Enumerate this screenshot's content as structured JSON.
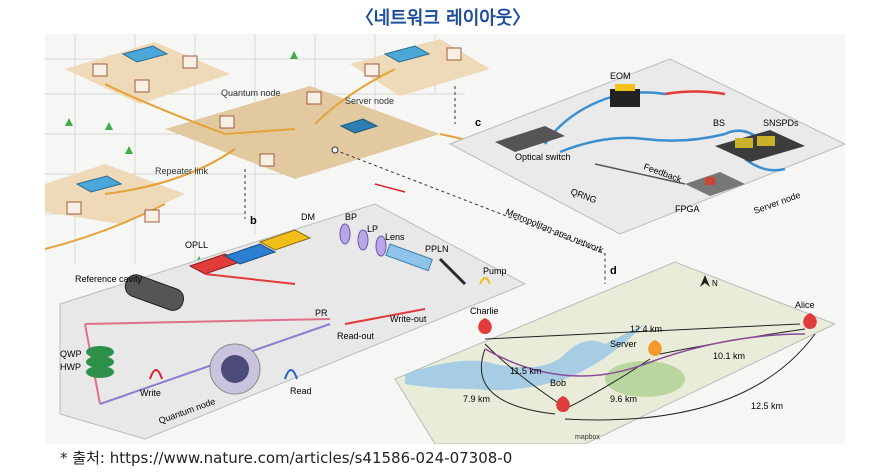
{
  "page": {
    "title": "〈네트워크 레이아웃〉",
    "source_prefix": "* 출처: ",
    "source_url": "https://www.nature.com/articles/s41586-024-07308-0"
  },
  "figure": {
    "panel_labels": {
      "b": "b",
      "c": "c",
      "d": "d"
    },
    "network": {
      "quantum_node": "Quantum node",
      "server_node": "Server node",
      "repeater_link": "Repeater link"
    },
    "panel_b": {
      "dm": "DM",
      "bp": "BP",
      "lp": "LP",
      "lens": "Lens",
      "ppln": "PPLN",
      "opll": "OPLL",
      "reference_cavity": "Reference cavity",
      "pump": "Pump",
      "pr": "PR",
      "write_out": "Write-out",
      "read_out": "Read-out",
      "qwp": "QWP",
      "hwp": "HWP",
      "write": "Write",
      "read": "Read",
      "quantum_node": "Quantum node"
    },
    "panel_c": {
      "eom": "EOM",
      "bs": "BS",
      "snspds": "SNSPDs",
      "optical_switch": "Optical switch",
      "feedback": "Feedback",
      "qrng": "QRNG",
      "fpga": "FPGA",
      "server_node": "Server node"
    },
    "metro_label": "Metropolitan-area network",
    "panel_d": {
      "charlie": "Charlie",
      "alice": "Alice",
      "server": "Server",
      "bob": "Bob",
      "d_charlie_alice": "12.4 km",
      "d_charlie_bob": "11.5 km",
      "d_server_alice": "10.1 km",
      "d_bob_server": "9.6 km",
      "d_bob_left": "7.9 km",
      "d_bob_alice": "12.5 km",
      "compass": "N",
      "map_credit": "mapbox"
    }
  }
}
